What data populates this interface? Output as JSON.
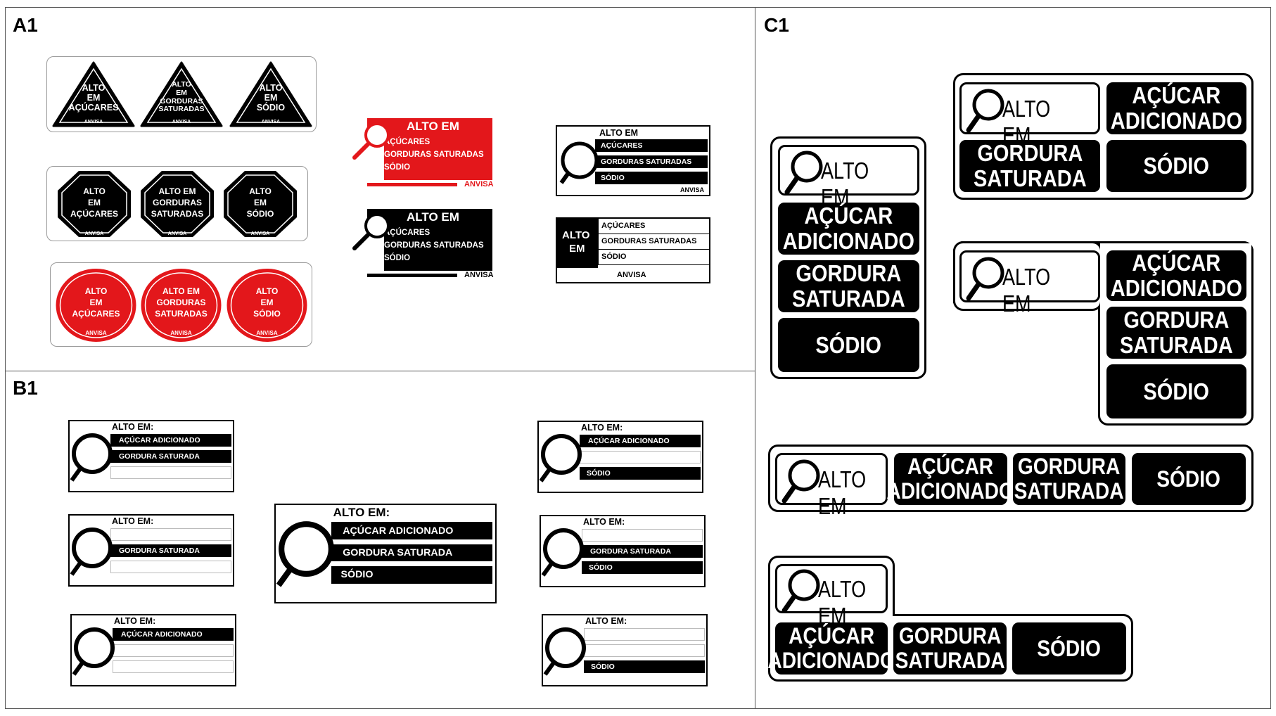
{
  "panels": {
    "a1": "A1",
    "b1": "B1",
    "c1": "C1"
  },
  "a1": {
    "triangles": [
      [
        "ALTO",
        "EM",
        "AÇÚCARES"
      ],
      [
        "ALTO",
        "EM",
        "GORDURAS",
        "SATURADAS"
      ],
      [
        "ALTO",
        "EM",
        "SÓDIO"
      ]
    ],
    "octagons": [
      [
        "ALTO",
        "EM",
        "AÇÚCARES"
      ],
      [
        "ALTO EM",
        "GORDURAS",
        "SATURADAS"
      ],
      [
        "ALTO",
        "EM",
        "SÓDIO"
      ]
    ],
    "circles": [
      [
        "ALTO",
        "EM",
        "AÇÚCARES"
      ],
      [
        "ALTO EM",
        "GORDURAS",
        "SATURADAS"
      ],
      [
        "ALTO",
        "EM",
        "SÓDIO"
      ]
    ],
    "anvisa": "ANVISA",
    "mag_label": {
      "title": "ALTO EM",
      "items": [
        "AÇÚCARES",
        "GORDURAS SATURADAS",
        "SÓDIO"
      ],
      "anvisa": "ANVISA"
    },
    "box_label": {
      "title": "ALTO EM",
      "items": [
        "AÇÚCARES",
        "GORDURAS SATURADAS",
        "SÓDIO"
      ],
      "anvisa": "ANVISA"
    },
    "table_label": {
      "left_line1": "ALTO",
      "left_line2": "EM",
      "items": [
        "AÇÚCARES",
        "GORDURAS SATURADAS",
        "SÓDIO"
      ],
      "anvisa": "ANVISA"
    },
    "colors": {
      "red": "#e3171b",
      "black": "#000000"
    }
  },
  "b1": {
    "title": "ALTO EM:",
    "items": {
      "sugar": "AÇÚCAR ADICIONADO",
      "fat": "GORDURA SATURADA",
      "sodium": "SÓDIO"
    }
  },
  "c1": {
    "alto": "ALTO EM",
    "acucar": [
      "AÇÚCAR",
      "ADICIONADO"
    ],
    "gordura": [
      "GORDURA",
      "SATURADA"
    ],
    "sodio": "SÓDIO"
  }
}
